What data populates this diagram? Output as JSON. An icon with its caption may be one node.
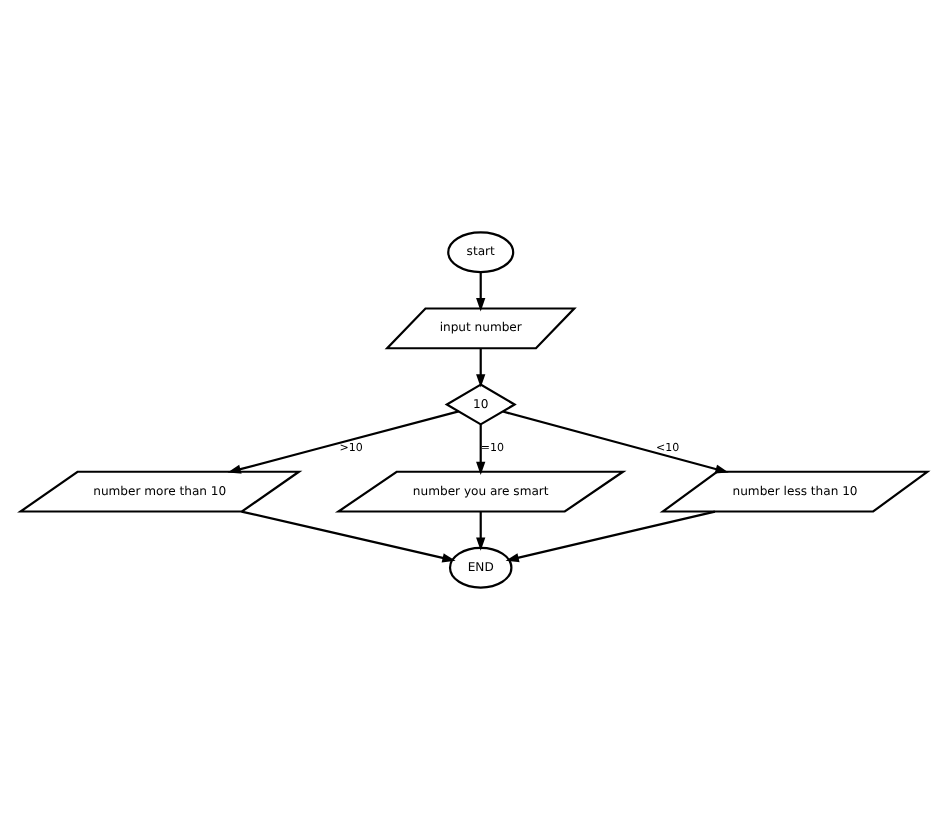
{
  "diagram": {
    "nodes": [
      {
        "text": [
          "start"
        ]
      },
      {
        "text": [
          "input number"
        ]
      },
      {
        "text": [
          "10"
        ]
      },
      {
        "text": [
          "number more than 10"
        ]
      },
      {
        "text": [
          "number you are smart"
        ]
      },
      {
        "text": [
          "number less than 10"
        ]
      },
      {
        "text": [
          "END"
        ]
      }
    ],
    "edges": [
      {
        "from": 0,
        "to": 1,
        "arrow": "to"
      },
      {
        "from": 1,
        "to": 2,
        "arrow": "to"
      },
      {
        "from": 2,
        "to": 3,
        "arrow": "to",
        "label": ">10"
      },
      {
        "from": 2,
        "to": 4,
        "arrow": "to",
        "label": "=10"
      },
      {
        "from": 2,
        "to": 5,
        "arrow": "to",
        "label": "<10"
      },
      {
        "from": 3,
        "to": 6,
        "arrow": "to"
      },
      {
        "from": 4,
        "to": 6,
        "arrow": "to"
      },
      {
        "from": 5,
        "to": 6,
        "arrow": "to"
      }
    ]
  }
}
